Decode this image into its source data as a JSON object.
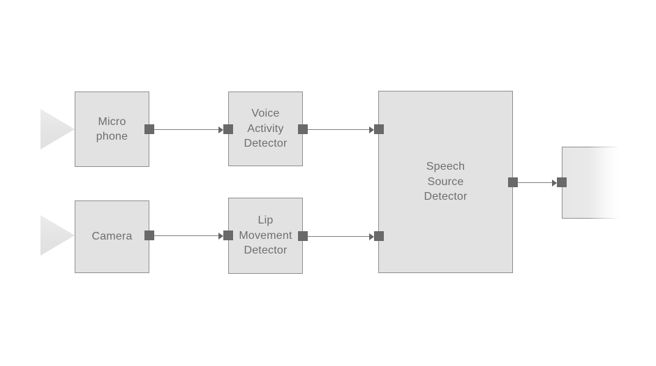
{
  "diagram": {
    "type": "block-diagram",
    "background": "#ffffff",
    "colors": {
      "box_fill": "#e2e2e2",
      "box_border": "#8f8f8f",
      "port_fill": "#696969",
      "connector_line": "#7f7f7f",
      "label_text": "#6f6e6e",
      "input_triangle_fill": "#e6e6e6"
    },
    "nodes": {
      "microphone": {
        "label": "Micro\nphone"
      },
      "voice_activity_detector": {
        "label": "Voice\nActivity\nDetector"
      },
      "camera": {
        "label": "Camera"
      },
      "lip_movement_detector": {
        "label": "Lip\nMovement\nDetector"
      },
      "speech_source_detector": {
        "label": "Speech\nSource\nDetector"
      },
      "output": {
        "label": ""
      }
    },
    "edges": [
      {
        "from": "microphone",
        "to": "voice_activity_detector"
      },
      {
        "from": "voice_activity_detector",
        "to": "speech_source_detector"
      },
      {
        "from": "camera",
        "to": "lip_movement_detector"
      },
      {
        "from": "lip_movement_detector",
        "to": "speech_source_detector"
      },
      {
        "from": "speech_source_detector",
        "to": "output"
      }
    ]
  }
}
